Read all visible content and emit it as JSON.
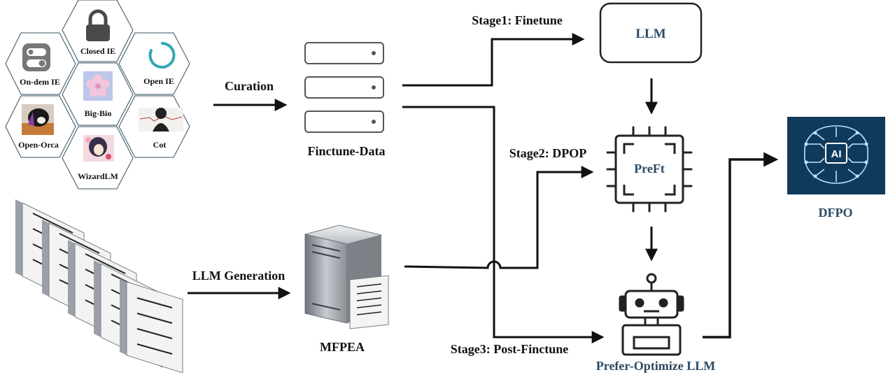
{
  "hexagons": [
    {
      "label": "Closed IE",
      "icon": "lock-icon"
    },
    {
      "label": "On-dem IE",
      "icon": "toggle-icon"
    },
    {
      "label": "Open IE",
      "icon": "loading-ring-icon"
    },
    {
      "label": "Big-Bio",
      "icon": "flower-image-icon"
    },
    {
      "label": "Open-Orca",
      "icon": "orca-image-icon"
    },
    {
      "label": "Cot",
      "icon": "silhouette-image-icon"
    },
    {
      "label": "WizardLM",
      "icon": "anime-image-icon"
    }
  ],
  "labels": {
    "curation": "Curation",
    "finetune_data": "Finctune-Data",
    "llm_generation": "LLM Generation",
    "mfpea": "MFPEA",
    "stage1": "Stage1: Finetune",
    "stage2": "Stage2: DPOP",
    "stage3": "Stage3: Post-Finctune",
    "llm": "LLM",
    "preft": "PreFt",
    "prefer_optimize": "Prefer-Optimize LLM",
    "dfpo": "DFPO",
    "ai_badge": "AI"
  },
  "colors": {
    "accent_blue": "#2c4a63",
    "ai_panel": "#0f3a5c",
    "line": "#111111",
    "hex_border": "#33505f"
  }
}
